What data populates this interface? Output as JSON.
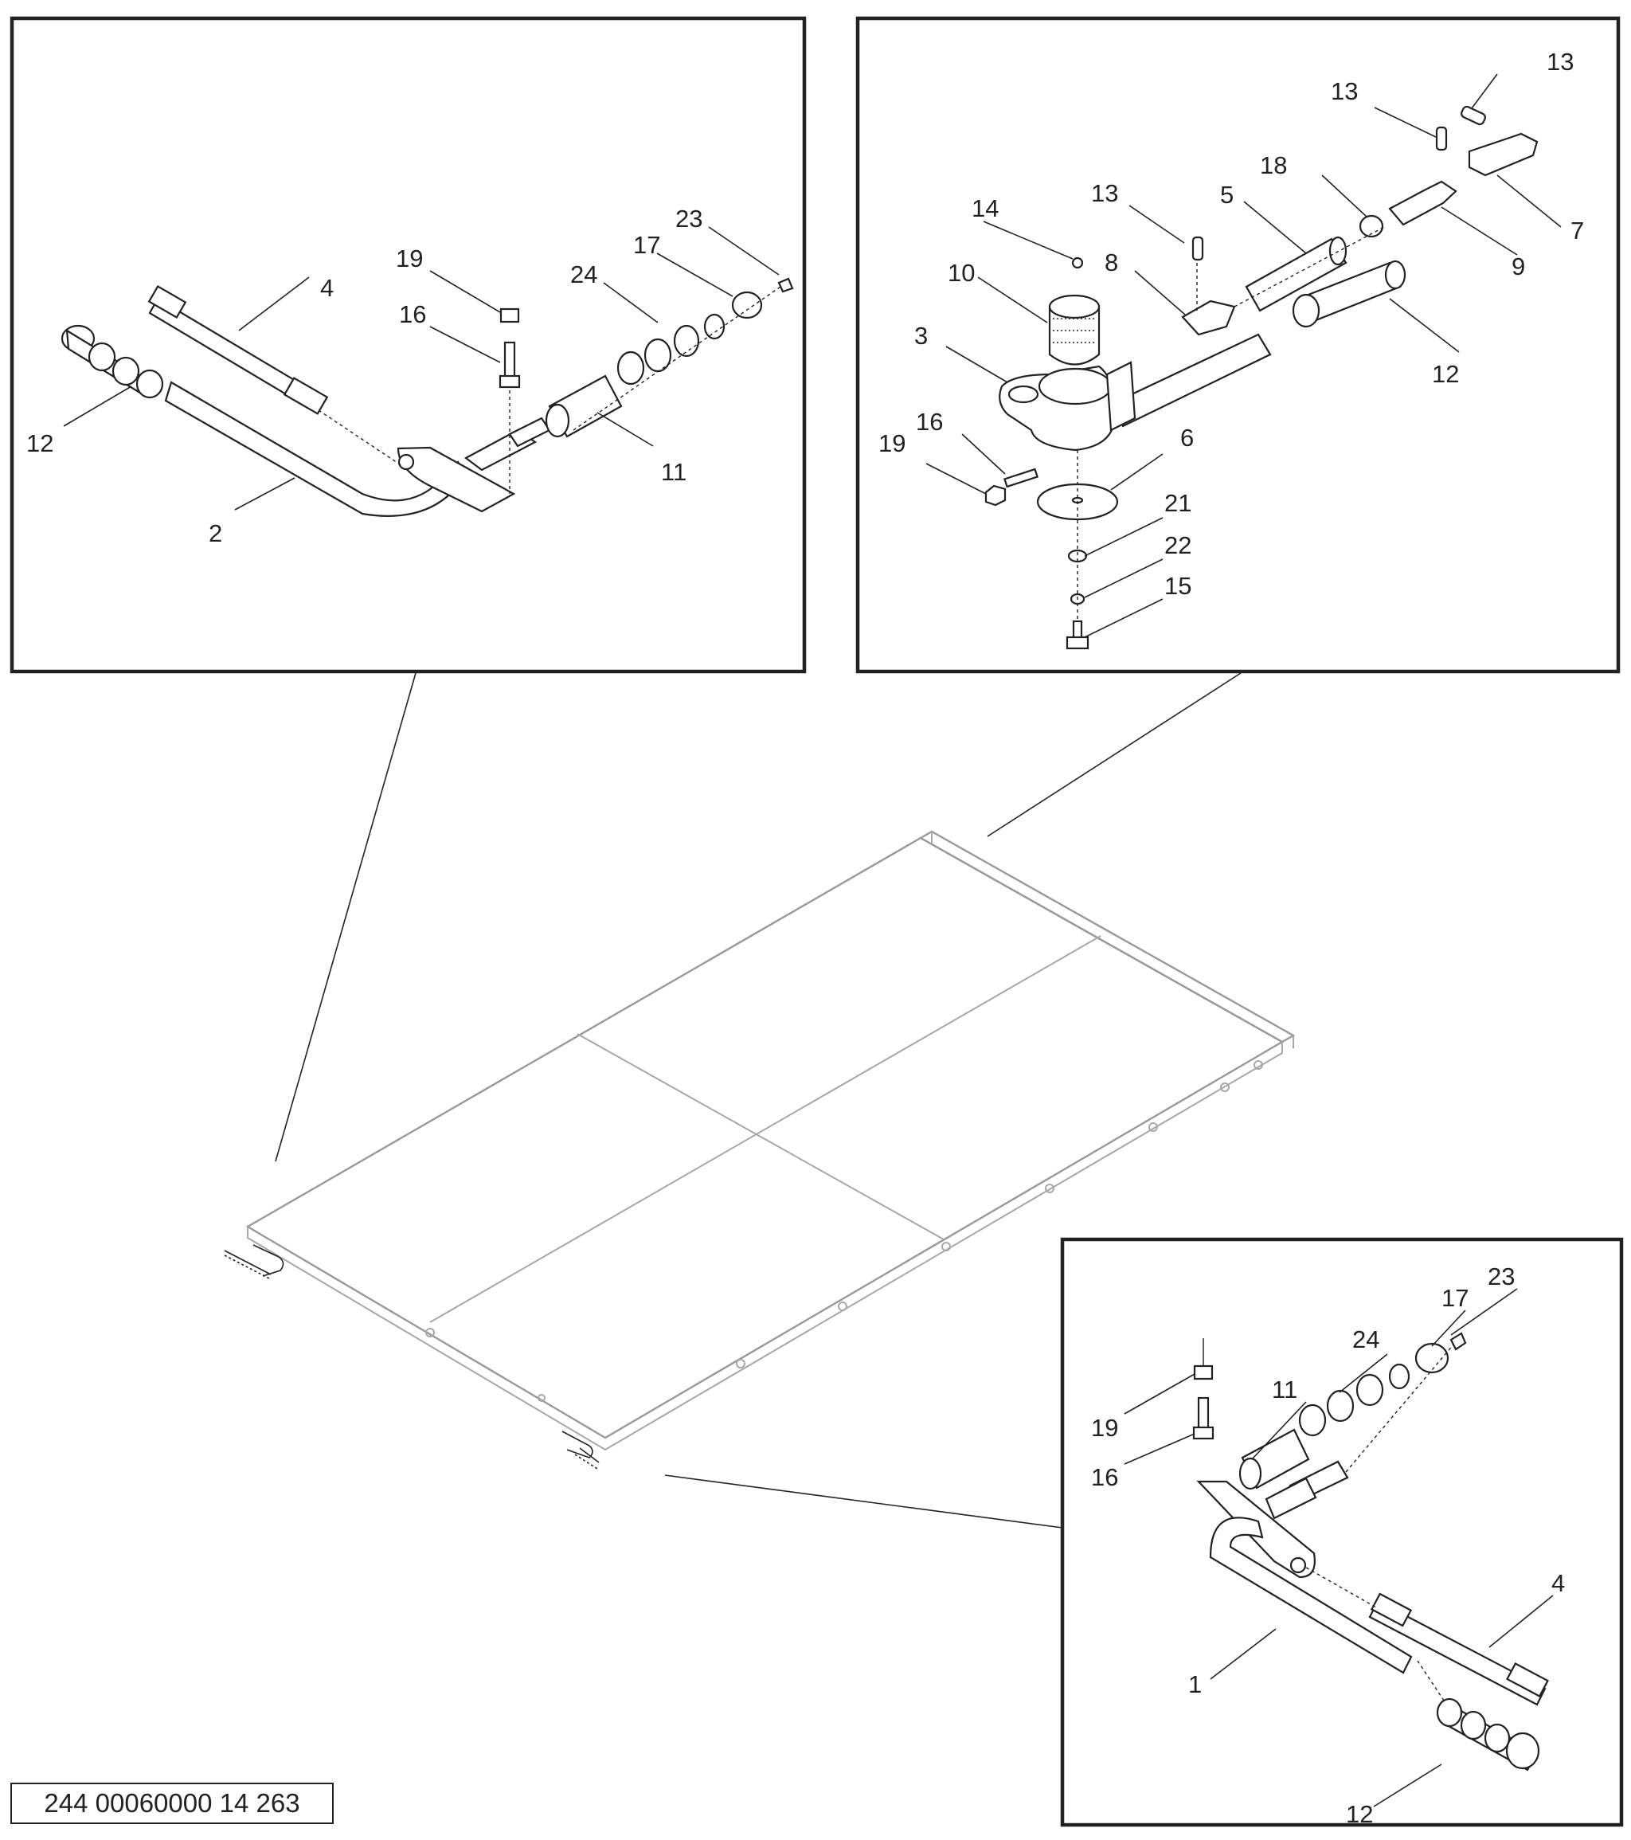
{
  "document_number": "244 00060000 14 263",
  "panel_top_left": {
    "callouts": [
      {
        "id": "tl-12",
        "text": "12"
      },
      {
        "id": "tl-2",
        "text": "2"
      },
      {
        "id": "tl-4",
        "text": "4"
      },
      {
        "id": "tl-19",
        "text": "19"
      },
      {
        "id": "tl-16",
        "text": "16"
      },
      {
        "id": "tl-24",
        "text": "24"
      },
      {
        "id": "tl-17",
        "text": "17"
      },
      {
        "id": "tl-23",
        "text": "23"
      },
      {
        "id": "tl-11",
        "text": "11"
      }
    ]
  },
  "panel_top_right": {
    "callouts": [
      {
        "id": "tr-13a",
        "text": "13"
      },
      {
        "id": "tr-13b",
        "text": "13"
      },
      {
        "id": "tr-13c",
        "text": "13"
      },
      {
        "id": "tr-18",
        "text": "18"
      },
      {
        "id": "tr-14",
        "text": "14"
      },
      {
        "id": "tr-5",
        "text": "5"
      },
      {
        "id": "tr-7",
        "text": "7"
      },
      {
        "id": "tr-9",
        "text": "9"
      },
      {
        "id": "tr-10",
        "text": "10"
      },
      {
        "id": "tr-8",
        "text": "8"
      },
      {
        "id": "tr-3",
        "text": "3"
      },
      {
        "id": "tr-12",
        "text": "12"
      },
      {
        "id": "tr-16",
        "text": "16"
      },
      {
        "id": "tr-19",
        "text": "19"
      },
      {
        "id": "tr-6",
        "text": "6"
      },
      {
        "id": "tr-21",
        "text": "21"
      },
      {
        "id": "tr-22",
        "text": "22"
      },
      {
        "id": "tr-15",
        "text": "15"
      }
    ]
  },
  "panel_bottom_right": {
    "callouts": [
      {
        "id": "br-23",
        "text": "23"
      },
      {
        "id": "br-17",
        "text": "17"
      },
      {
        "id": "br-24",
        "text": "24"
      },
      {
        "id": "br-11",
        "text": "11"
      },
      {
        "id": "br-19",
        "text": "19"
      },
      {
        "id": "br-16",
        "text": "16"
      },
      {
        "id": "br-4",
        "text": "4"
      },
      {
        "id": "br-1",
        "text": "1"
      },
      {
        "id": "br-12",
        "text": "12"
      }
    ]
  }
}
